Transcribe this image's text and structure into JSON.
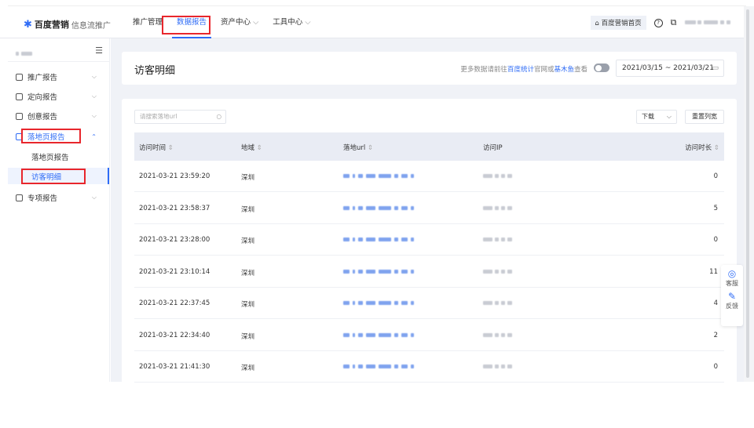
{
  "nav": {
    "brand": "百度营销",
    "product": "信息流推广",
    "menu": [
      {
        "label": "推广管理"
      },
      {
        "label": "数据报告",
        "active": true
      },
      {
        "label": "资产中心",
        "dropdown": true
      },
      {
        "label": "工具中心",
        "dropdown": true
      }
    ],
    "home_button": "百度营销首页",
    "icons": [
      "help-icon",
      "copy-icon"
    ]
  },
  "sidebar": {
    "items": [
      {
        "label": "推广报告",
        "icon": "chart-icon"
      },
      {
        "label": "定向报告",
        "icon": "target-icon"
      },
      {
        "label": "创意报告",
        "icon": "creative-icon"
      },
      {
        "label": "落地页报告",
        "icon": "page-icon",
        "expanded": true
      },
      {
        "label": "专项报告",
        "icon": "special-icon"
      }
    ],
    "sub_items": [
      {
        "label": "落地页报告"
      },
      {
        "label": "访客明细",
        "active": true
      }
    ]
  },
  "header": {
    "title": "访客明细",
    "hint_prefix": "更多数据请前往",
    "link1": "百度统计",
    "hint_mid": "官网或",
    "link2": "基木鱼",
    "hint_suffix": "查看",
    "toggle_on": false,
    "date_range": "2021/03/15 ~ 2021/03/21"
  },
  "toolbar": {
    "search_placeholder": "请搜索落地url",
    "download_label": "下载",
    "reset_label": "重置列宽"
  },
  "table": {
    "columns": [
      "访问时间",
      "地域",
      "落地url",
      "访问IP",
      "访问时长"
    ],
    "rows": [
      {
        "time": "2021-03-21 23:59:20",
        "region": "深圳",
        "duration": "0"
      },
      {
        "time": "2021-03-21 23:58:37",
        "region": "深圳",
        "duration": "5"
      },
      {
        "time": "2021-03-21 23:28:00",
        "region": "深圳",
        "duration": "0"
      },
      {
        "time": "2021-03-21 23:10:14",
        "region": "深圳",
        "duration": "11"
      },
      {
        "time": "2021-03-21 22:37:45",
        "region": "深圳",
        "duration": "4"
      },
      {
        "time": "2021-03-21 22:34:40",
        "region": "深圳",
        "duration": "2"
      },
      {
        "time": "2021-03-21 21:41:30",
        "region": "深圳",
        "duration": "0"
      }
    ]
  },
  "float": {
    "service": "客服",
    "feedback": "反馈"
  },
  "colors": {
    "accent": "#2f6cf6",
    "highlight": "#e8262c"
  }
}
